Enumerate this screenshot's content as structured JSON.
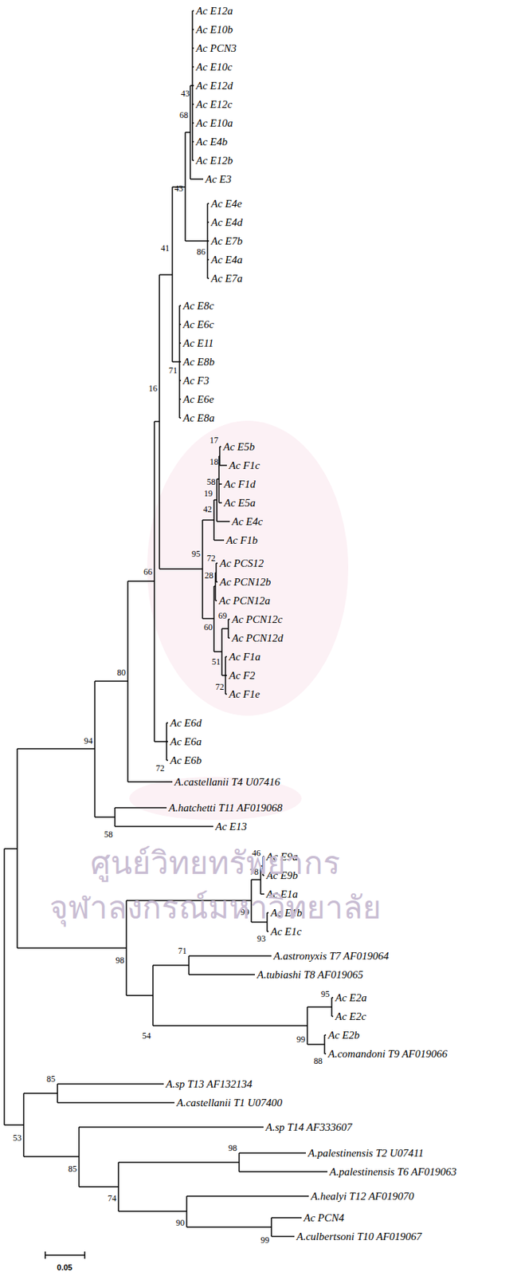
{
  "diagram": {
    "labels": [
      "Ac E12a",
      "Ac E10b",
      "Ac PCN3",
      "Ac E10c",
      "Ac E12d",
      "Ac E12c",
      "Ac E10a",
      "Ac E4b",
      "Ac E12b",
      "Ac E3",
      "Ac E4e",
      "Ac E4d",
      "Ac E7b",
      "Ac E4a",
      "Ac E7a",
      "Ac E8c",
      "Ac E6c",
      "Ac E11",
      "Ac E8b",
      "Ac F3",
      "Ac E6e",
      "Ac E8a",
      "Ac E5b",
      "Ac F1c",
      "Ac F1d",
      "Ac E5a",
      "Ac E4c",
      "Ac F1b",
      "Ac PCS12",
      "Ac PCN12b",
      "Ac PCN12a",
      "Ac PCN12c",
      "Ac PCN12d",
      "Ac F1a",
      "Ac F2",
      "Ac F1e",
      "Ac E6d",
      "Ac E6a",
      "Ac E6b",
      "A.castellanii T4 U07416",
      "A.hatchetti T11 AF019068",
      "Ac E13",
      "Ac E9a",
      "Ac E9b",
      "Ac E1a",
      "Ac E1b",
      "Ac E1c",
      "A.astronyxis T7 AF019064",
      "A.tubiashi T8 AF019065",
      "Ac E2a",
      "Ac E2c",
      "Ac E2b",
      "A.comandoni T9 AF019066",
      "A.sp T13 AF132134",
      "A.castellanii T1 U07400",
      "A.sp T14 AF333607",
      "A.palestinensis T2 U07411",
      "A.palestinensis T6 AF019063",
      "A.healyi T12 AF019070",
      "Ac PCN4",
      "A.culbertsoni T10 AF019067",
      "43",
      "68",
      "43",
      "86",
      "41",
      "71",
      "16",
      "17",
      "18",
      "58",
      "19",
      "42",
      "95",
      "72",
      "28",
      "60",
      "69",
      "51",
      "72",
      "66",
      "72",
      "80",
      "94",
      "58",
      "46",
      "78",
      "99",
      "93",
      "98",
      "71",
      "54",
      "95",
      "99",
      "88",
      "85",
      "85",
      "53",
      "98",
      "74",
      "90",
      "99",
      "0.05",
      "ศูนย์วิทยทรัพยากร",
      "จุฬาลงกรณ์มหาวิทยาลัย"
    ]
  }
}
